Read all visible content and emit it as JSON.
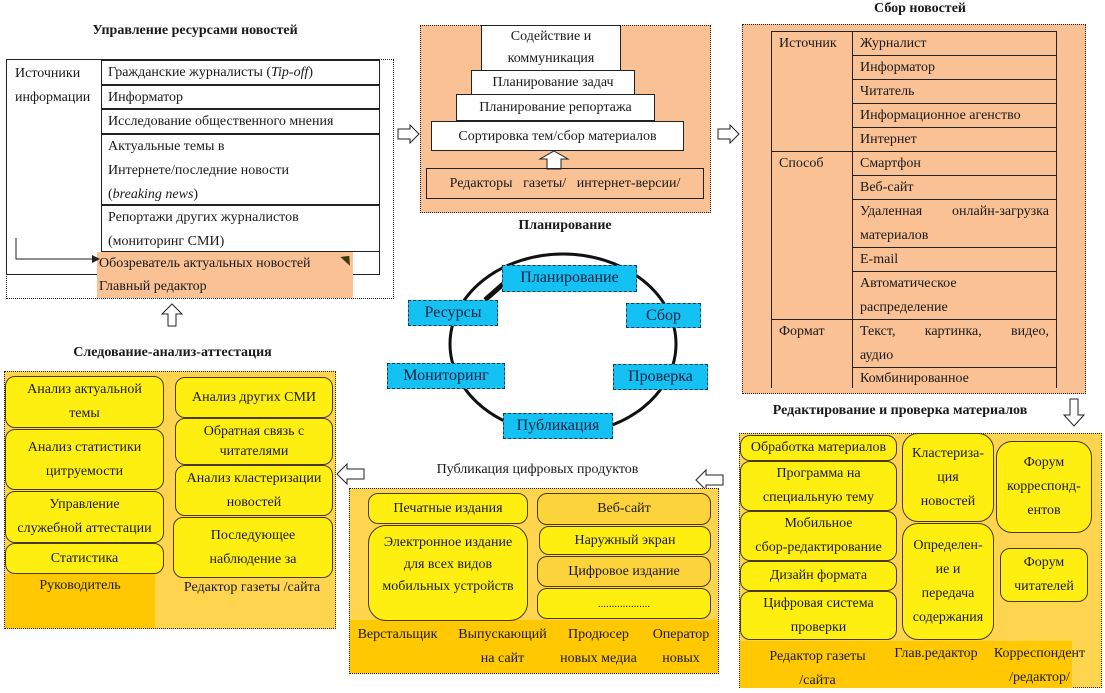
{
  "resources": {
    "title": "Управление ресурсами новостей",
    "sources_label_1": "Источники",
    "sources_label_2": "информации",
    "items": [
      {
        "text": "Гражданские журналисты (",
        "italic": "Tip-off",
        "after": ")"
      },
      {
        "text": "Информатор"
      },
      {
        "text": "Исследование общественного мнения"
      },
      {
        "line1": "Актуальные темы в",
        "line2": "Интернете/последние новости",
        "line3_pre": "(",
        "line3_italic": "breaking news",
        "line3_post": ")"
      },
      {
        "line1": "Репортажи других журналистов",
        "line2": "(мониторинг СМИ)"
      }
    ],
    "role_1": "Обозреватель актуальных новостей",
    "role_2": "Главный редактор"
  },
  "planning": {
    "title": "Планирование",
    "pyramid": [
      "Содействие и",
      "коммуникация",
      "Планирование задач",
      "Планирование репортажа",
      "Сортировка тем/сбор материалов"
    ],
    "editors": "Редакторы   газеты/   интернет-версии/"
  },
  "collection": {
    "title": "Сбор новостей",
    "groups": [
      {
        "label": "Источник",
        "items": [
          "Журналист",
          "Информатор",
          "Читатель",
          "Информационное агенство",
          "Интернет"
        ]
      },
      {
        "label": "Способ",
        "items": [
          "Смартфон",
          "Веб-сайт",
          "Удаленная онлайн-загрузка",
          "материалов",
          "E-mail",
          "Автоматическое",
          "распределение"
        ]
      },
      {
        "label": "Формат",
        "items": [
          "Текст,   картинка,   видео,",
          "аудио",
          "Комбинированное"
        ]
      }
    ]
  },
  "cycle": {
    "nodes": [
      "Планирование",
      "Сбор",
      "Проверка",
      "Публикация",
      "Мониторинг",
      "Ресурсы"
    ]
  },
  "monitoring": {
    "title": "Следование-анализ-аттестация",
    "left": [
      {
        "l1": "Анализ актуальной",
        "l2": "темы"
      },
      {
        "l1": "Анализ статистики",
        "l2": "цитруемости"
      },
      {
        "l1": "Управление",
        "l2": "служебной аттестации"
      },
      {
        "l1": "Статистика"
      }
    ],
    "right": [
      {
        "l1": "Анализ других СМИ"
      },
      {
        "l1": "Обратная связь с",
        "l2": "читателями"
      },
      {
        "l1": "Анализ кластеризации",
        "l2": "новостей"
      },
      {
        "l1": "Последующее",
        "l2": "наблюдение за"
      }
    ],
    "role_left": "Руководитель",
    "role_right": "Редактор газеты /сайта"
  },
  "publication": {
    "title": "Публикация цифровых продуктов",
    "left": [
      {
        "l1": "Печатные издания"
      },
      {
        "l1": "Электронное издание",
        "l2": "для всех видов",
        "l3": "мобильных устройств"
      }
    ],
    "right": [
      "Веб-сайт",
      "Наружный экран",
      "Цифровое издание",
      "..................."
    ],
    "roles": [
      {
        "l1": "Верстальщик"
      },
      {
        "l1": "Выпускающий",
        "l2": "на сайт"
      },
      {
        "l1": "Продюсер",
        "l2": "новых медиа"
      },
      {
        "l1": "Оператор",
        "l2": "новых"
      }
    ]
  },
  "editing": {
    "title": "Редактирование и проверка материалов",
    "col1": [
      {
        "l1": "Обработка материалов"
      },
      {
        "l1": "Программа на",
        "l2": "специальную тему"
      },
      {
        "l1": "Мобильное",
        "l2": "сбор-редактирование"
      },
      {
        "l1": "Дизайн формата"
      },
      {
        "l1": "Цифровая система",
        "l2": "проверки"
      }
    ],
    "col2": [
      {
        "l1": "Кластериза-",
        "l2": "ция",
        "l3": "новостей"
      },
      {
        "l1": "Определен-",
        "l2": "ие и",
        "l3": "передача",
        "l4": "содержания"
      }
    ],
    "col3": [
      {
        "l1": "Форум",
        "l2": "корреспонд-",
        "l3": "ентов"
      },
      {
        "l1": "Форум",
        "l2": "читателей"
      }
    ],
    "roles": [
      {
        "l1": "Редактор газеты",
        "l2": "/сайта"
      },
      {
        "l1": "Глав.редактор"
      },
      {
        "l1": "Корреспондент",
        "l2": "/редактор/"
      }
    ]
  }
}
